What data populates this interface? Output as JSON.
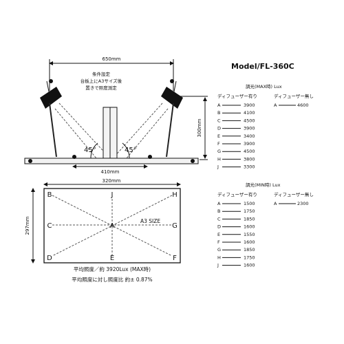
{
  "model": "Model/FL-360C",
  "setup_note": [
    "条件設定",
    "台板上にA3サイズ後",
    "置きで照度測定"
  ],
  "dimensions": {
    "lamp_span": "650mm",
    "height": "300mm",
    "base_width": "410mm",
    "angle_left": "45°",
    "angle_right": "45°",
    "sheet_width": "320mm",
    "sheet_height": "297mm"
  },
  "sheet": {
    "size_label": "A3 SIZE",
    "points": {
      "top_left": "B",
      "top_center": "J",
      "top_right": "H",
      "mid_left": "C",
      "center": "A",
      "mid_right": "G",
      "bottom_left": "D",
      "bottom_center": "E",
      "bottom_right": "F"
    }
  },
  "summary": {
    "average": "平均照度／約 3920Lux (MAX時)",
    "uniformity": "平均照度に対し照度比 約± 0.87%"
  },
  "max_table": {
    "title": "調光(MAX時)  Lux",
    "col_with": "ディフューザー有り",
    "col_without": "ディフューザー無し",
    "rows": [
      {
        "point": "A",
        "value": "3900"
      },
      {
        "point": "B",
        "value": "4100"
      },
      {
        "point": "C",
        "value": "4500"
      },
      {
        "point": "D",
        "value": "3900"
      },
      {
        "point": "E",
        "value": "3400"
      },
      {
        "point": "F",
        "value": "3900"
      },
      {
        "point": "G",
        "value": "4500"
      },
      {
        "point": "H",
        "value": "3800"
      },
      {
        "point": "J",
        "value": "3300"
      }
    ],
    "without": {
      "point": "A",
      "value": "4600"
    }
  },
  "min_table": {
    "title": "調光(MIN時)  Lux",
    "col_with": "ディフューザー有り",
    "col_without": "ディフューザー無し",
    "rows": [
      {
        "point": "A",
        "value": "1500"
      },
      {
        "point": "B",
        "value": "1750"
      },
      {
        "point": "C",
        "value": "1850"
      },
      {
        "point": "D",
        "value": "1600"
      },
      {
        "point": "E",
        "value": "1550"
      },
      {
        "point": "F",
        "value": "1600"
      },
      {
        "point": "G",
        "value": "1850"
      },
      {
        "point": "H",
        "value": "1750"
      },
      {
        "point": "J",
        "value": "1600"
      }
    ],
    "without": {
      "point": "A",
      "value": "2300"
    }
  }
}
